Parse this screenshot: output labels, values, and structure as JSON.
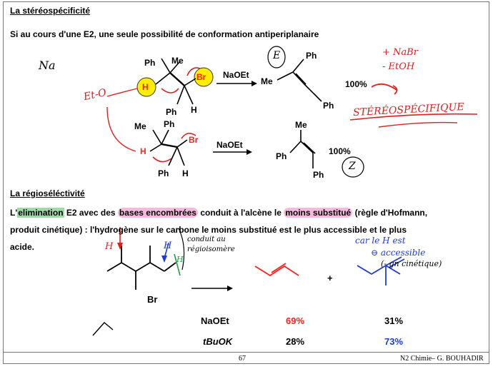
{
  "section1": {
    "title": "La stéréospécificité",
    "subtitle": "Si au cours d'une E2, une seule possibilité de conformation antiperiplanaire"
  },
  "reaction1": {
    "sub_ph1": "Ph",
    "sub_me": "Me",
    "sub_h": "H",
    "sub_br": "Br",
    "sub_ph2": "Ph",
    "sub_h2": "H",
    "reagent": "NaOEt",
    "prod_ph": "Ph",
    "prod_me": "Me",
    "prod_ph2": "Ph",
    "yield": "100%"
  },
  "reaction2": {
    "sub_me": "Me",
    "sub_ph": "Ph",
    "sub_h": "H",
    "sub_br": "Br",
    "sub_ph2": "Ph",
    "sub_h2": "H",
    "reagent": "NaOEt",
    "prod_me": "Me",
    "prod_ph": "Ph",
    "prod_ph2": "Ph",
    "yield": "100%"
  },
  "section2": {
    "title": "La régioséléctivité",
    "line1": {
      "p1": "L'",
      "hl_green": "elimination",
      "p2": " E2 avec des ",
      "hl_bases": "bases encombrées",
      "p3": " conduit à l'alcène le ",
      "hl_subst": "moins substitué",
      "p4": " (règle d'Hofmann,"
    },
    "line2": "produit cinétique) : l'hydrogène sur le carbone le moins substitué est le plus accessible et le plus",
    "line3": "acide."
  },
  "reaction3": {
    "br": "Br",
    "plus": "+",
    "rows": [
      {
        "base": "NaOEt",
        "left": "69%",
        "right": "31%"
      },
      {
        "base": "tBuOK",
        "left": "28%",
        "right": "73%"
      }
    ]
  },
  "annotations": {
    "na": "Na",
    "etoh": "Et-O",
    "e_label": "E",
    "z_label": "Z",
    "plus_nabr": "+ NaBr",
    "minus_etoh": "- EtOH",
    "stereo": "STÉRÉOSPÉCIFIQUE",
    "conduit": "conduit au",
    "regio": "régioisomère",
    "can_le": "car le H est",
    "accessible": "⊖ accessible",
    "cinetique": "(- gn cinétique)",
    "h_red": "H",
    "h_blue": "H",
    "h_green": "H"
  },
  "footer": {
    "page": "67",
    "credit": "N2 Chimie– G. BOUHADIR"
  },
  "colors": {
    "ink": "#000000",
    "red": "#ff2020",
    "blue": "#1f3ccc",
    "highlight_pink": "#f6b8dc",
    "highlight_green": "#9fd9a8",
    "yellow": "#ffee00"
  }
}
